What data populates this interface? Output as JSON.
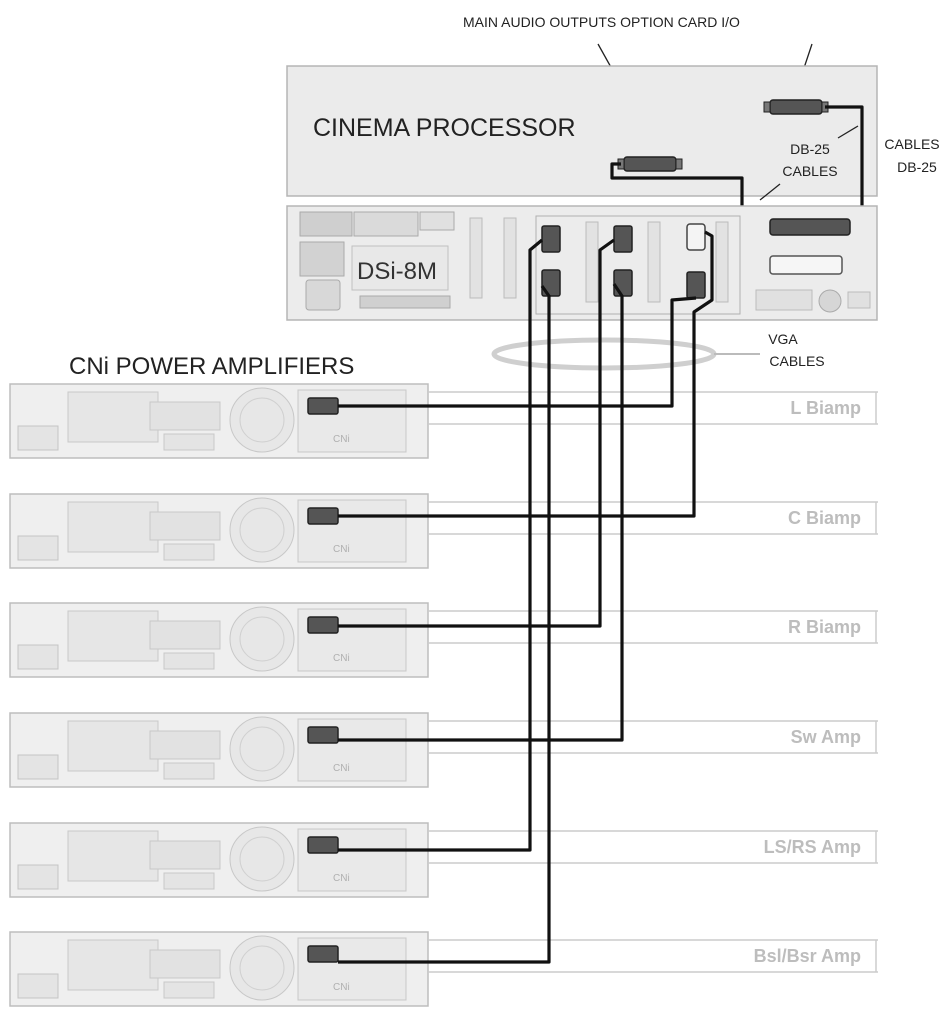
{
  "header": {
    "main_audio_outputs": "MAIN AUDIO OUTPUTS OPTION CARD I/O"
  },
  "processor": {
    "title": "CINEMA PROCESSOR",
    "db25_label_line1": "DB-25",
    "db25_label_line2": "CABLES",
    "cables_label_line1": "CABLES",
    "cables_label_line2": "DB-25"
  },
  "dsi": {
    "name": "DSi-8M"
  },
  "vga": {
    "line1": "VGA",
    "line2": "CABLES"
  },
  "amplifiers": {
    "title": "CNi POWER AMPLIFIERS",
    "items": [
      {
        "label": "L Biamp"
      },
      {
        "label": "C Biamp"
      },
      {
        "label": "R Biamp"
      },
      {
        "label": "Sw Amp"
      },
      {
        "label": "LS/RS Amp"
      },
      {
        "label": "Bsl/Bsr Amp"
      }
    ],
    "brand_mark": "CNi"
  },
  "colors": {
    "cable": "#111111",
    "chassis": "#efefef",
    "amp_label": "#bdbdbd"
  }
}
